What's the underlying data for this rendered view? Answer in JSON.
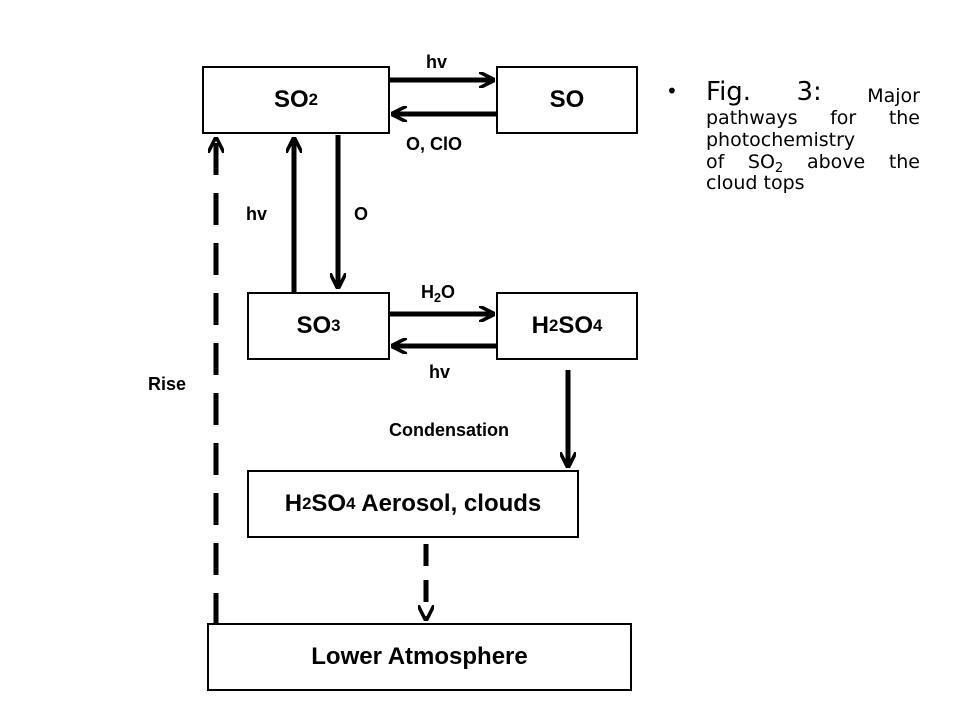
{
  "boxes": {
    "so2": {
      "text": "SO",
      "sub": "2"
    },
    "so": {
      "text": "SO"
    },
    "so3": {
      "text": "SO",
      "sub": "3"
    },
    "h2so4": {
      "pre": "H",
      "sub1": "2",
      "mid": "SO",
      "sub2": "4"
    },
    "aerosol": {
      "pre": "H",
      "sub1": "2",
      "mid": "SO",
      "sub2": "4",
      "post": " Aerosol, clouds"
    },
    "lower": {
      "text": "Lower Atmosphere"
    }
  },
  "labels": {
    "hv_top": "hv",
    "o_clo": "O, ClO",
    "hv_left": "hv",
    "o_mid": "O",
    "h2o": {
      "pre": "H",
      "sub": "2",
      "post": "O"
    },
    "hv_bottom": "hv",
    "condensation": "Condensation",
    "rise": "Rise"
  },
  "caption": {
    "bullet": "•",
    "fig": "Fig.",
    "num": "3:",
    "w_major": "Major",
    "w_pathways": "pathways",
    "w_for": "for",
    "w_the1": "the",
    "w_photochemistry": "photochemistry",
    "w_of": "of",
    "w_so": "SO",
    "w_so_sub": "2",
    "w_above": "above",
    "w_the2": "the",
    "w_cloud_tops": "cloud tops"
  }
}
